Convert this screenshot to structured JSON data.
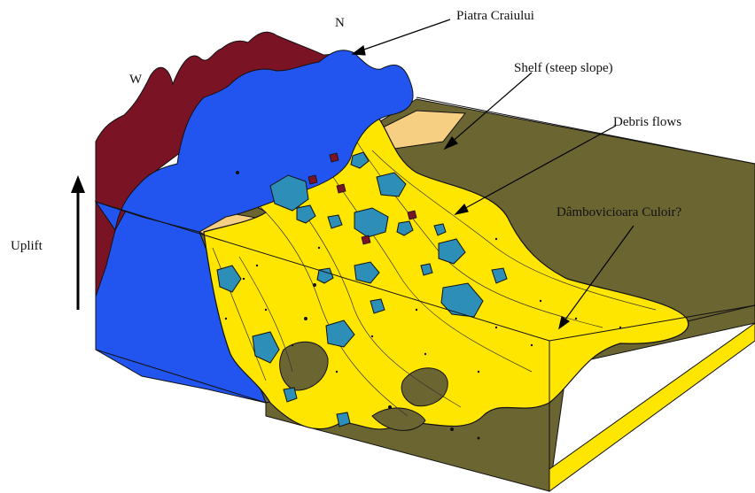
{
  "labels": {
    "north": "N",
    "west": "W",
    "uplift": "Uplift",
    "piatra": "Piatra Craiului",
    "shelf": "Shelf (steep slope)",
    "debris": "Debris flows",
    "culoir": "Dâmbovicioara Culoir?"
  },
  "colors": {
    "maroon_rock": "#7a1424",
    "blue_limestone": "#2255f0",
    "yellow_debris": "#ffe600",
    "olive_basin": "#6b6532",
    "tan_shelf": "#f6cf83",
    "boulder_blue": "#2d8fb8"
  }
}
